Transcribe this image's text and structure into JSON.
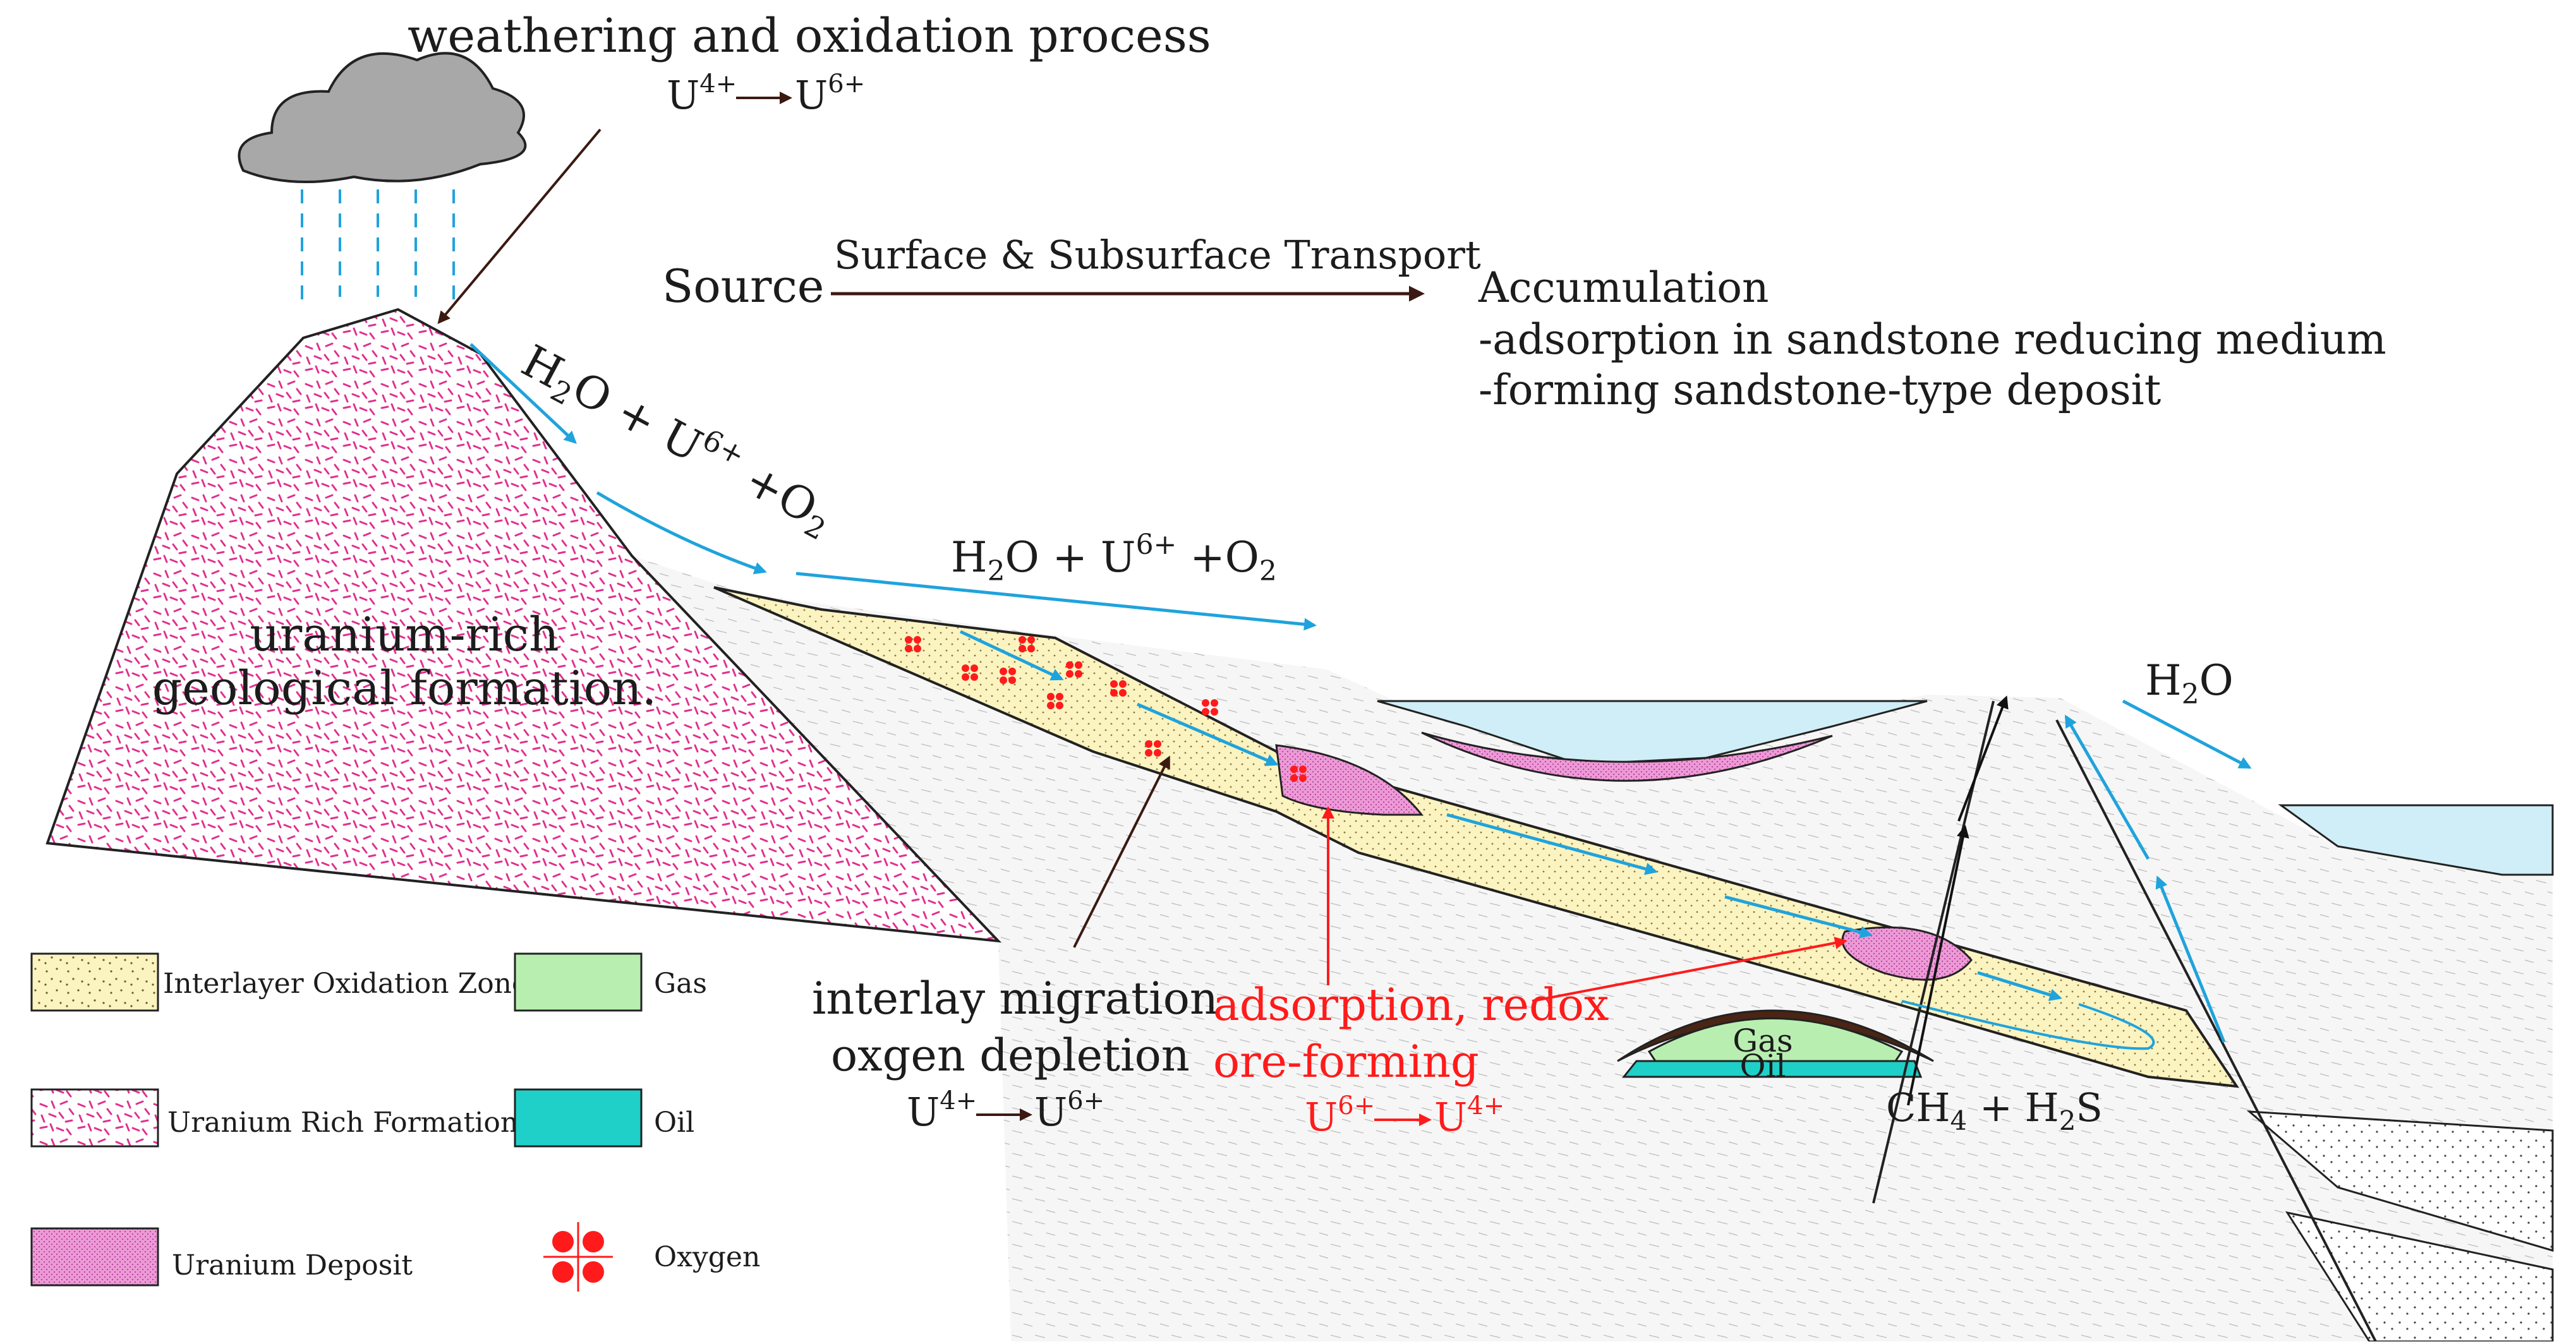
{
  "process": {
    "weathering": "weathering and oxidation process",
    "u_ox_from": "U4+",
    "u_ox_to": "U6+"
  },
  "flow": {
    "source": "Source",
    "transport": "Surface & Subsurface Transport",
    "accumulation": "Accumulation",
    "acc_line1": "-adsorption in sandstone reducing medium",
    "acc_line2": "-forming sandstone-type deposit"
  },
  "fluids": {
    "slope_water": "H2O + U6+ +O2",
    "upper_water": "H2O + U6+ +O2",
    "right_water": "H2O",
    "gas_up": "CH4 + H2S"
  },
  "formation_label": [
    "uranium-rich",
    "geological formation."
  ],
  "annotations": {
    "migration_line1": "interlay migration",
    "migration_line2": "oxgen depletion",
    "migration_eq": "U4+ → U6+",
    "adsorption_line1": "adsorption, redox",
    "adsorption_line2": "ore-forming",
    "adsorption_eq": "U6+ → U4+"
  },
  "trap": {
    "gas": "Gas",
    "oil": "Oil"
  },
  "legend": [
    {
      "label": "Interlayer Oxidation Zone",
      "swatch": "oxidation"
    },
    {
      "label": "Gas",
      "swatch": "gas"
    },
    {
      "label": "Uranium Rich Formation",
      "swatch": "uranium-rich"
    },
    {
      "label": "Oil",
      "swatch": "oil"
    },
    {
      "label": "Uranium Deposit",
      "swatch": "deposit"
    },
    {
      "label": "Oxygen",
      "swatch": "oxygen"
    }
  ],
  "colors": {
    "oxidation": "#fbf3c0",
    "gas": "#b8efb0",
    "oil": "#1fd0c8",
    "deposit": "#ec9ad6",
    "uranium_pattern": "#e0308f",
    "water": "#cfeef7",
    "flow_arrow": "#1fa3dc",
    "cloud": "#a8a8a8",
    "annotation_red": "#ff1b1b",
    "cap_rock": "#4a2414"
  }
}
